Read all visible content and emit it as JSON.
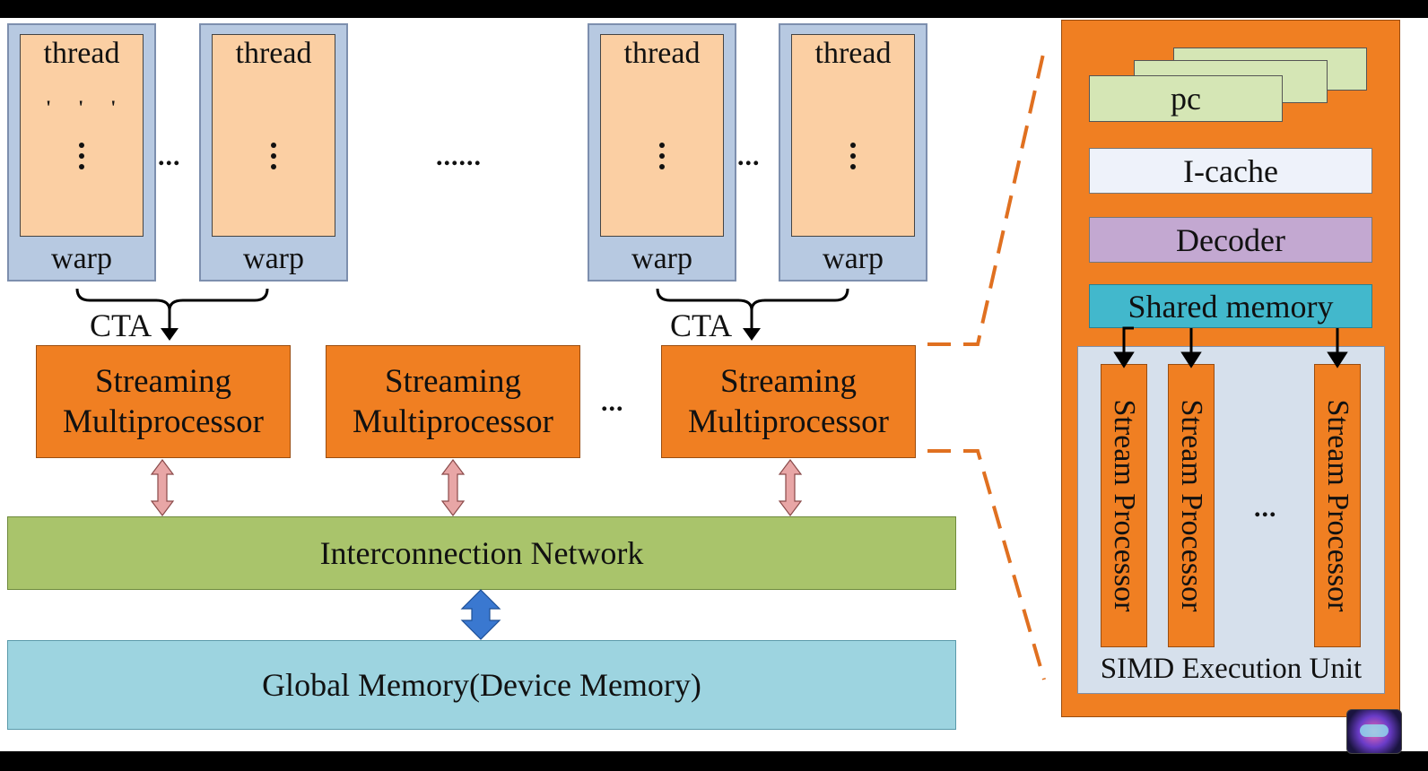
{
  "labels": {
    "thread": "thread",
    "warp": "warp",
    "cta": "CTA",
    "ellipsis_short": "...",
    "ellipsis_long": "......",
    "streaming_multiprocessor": "Streaming Multiprocessor",
    "interconnection_network": "Interconnection Network",
    "global_memory": "Global Memory(Device Memory)",
    "pc": "pc",
    "icache": "I-cache",
    "decoder": "Decoder",
    "shared_memory": "Shared memory",
    "stream_processor": "Stream Processor",
    "simd_execution_unit": "SIMD Execution Unit"
  },
  "colors": {
    "thread_fill": "#fbcfa3",
    "warp_fill": "#b7c9e1",
    "sm_fill": "#f07f22",
    "interconnect_fill": "#a9c46b",
    "global_memory_fill": "#9dd4e0",
    "pc_fill": "#d5e6b5",
    "icache_fill": "#eef2fa",
    "decoder_fill": "#c3a8d1",
    "shared_memory_fill": "#42b8cc",
    "simd_fill": "#d6e0ec",
    "double_arrow_pink": "#e8a6a6",
    "double_arrow_blue": "#3a78d0"
  }
}
